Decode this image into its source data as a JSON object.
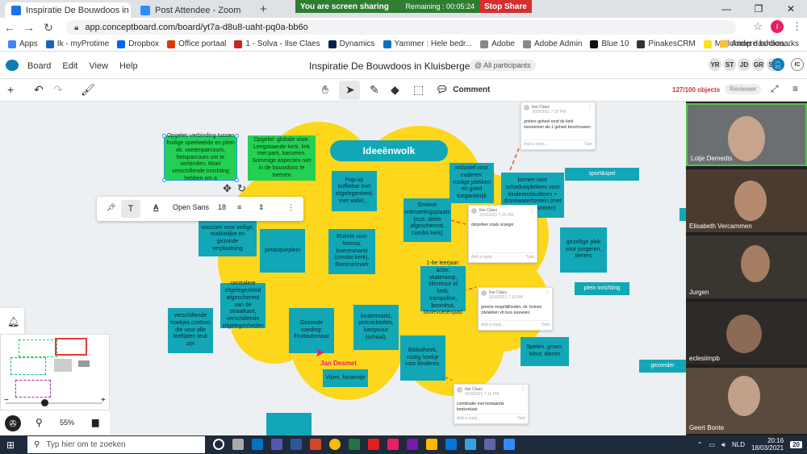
{
  "browser": {
    "tabs": [
      {
        "label": "Inspiratie De Bouwdoos in Kluisb",
        "active": true
      },
      {
        "label": "Post Attendee - Zoom",
        "active": false
      }
    ],
    "new_tab": "+",
    "sharing": {
      "text": "You are screen sharing",
      "remaining": "Remaining : 00:05:24",
      "stop": "Stop Share"
    },
    "window_controls": [
      "—",
      "❐",
      "✕"
    ],
    "url": "app.conceptboard.com/board/yt7a-d8u8-uaht-pq0a-bb6o",
    "profile_initial": "I",
    "bookmarks": [
      {
        "label": "Apps",
        "color": "#4285f4"
      },
      {
        "label": "Ik - myProtime",
        "color": "#1565c0"
      },
      {
        "label": "Dropbox",
        "color": "#0061ff"
      },
      {
        "label": "Office portaal",
        "color": "#d83b01"
      },
      {
        "label": "1 - Solva - Ilse Claes",
        "color": "#c62828"
      },
      {
        "label": "Dynamics",
        "color": "#002050"
      },
      {
        "label": "Yammer : Hele bedr...",
        "color": "#106ebe"
      },
      {
        "label": "Adobe",
        "color": "#555555"
      },
      {
        "label": "Adobe Admin",
        "color": "#555555"
      },
      {
        "label": "Blue 10",
        "color": "#111111"
      },
      {
        "label": "PinakesCRM",
        "color": "#333333"
      },
      {
        "label": "Mailchimp dashboa...",
        "color": "#ffe01b"
      }
    ],
    "other_bookmarks": "Andere bookmarks"
  },
  "app": {
    "menu": [
      "Board",
      "Edit",
      "View",
      "Help"
    ],
    "board_title": "Inspiratie De Bouwdoos in Kluisbergen",
    "participants_pill": "@ All participants",
    "user_chips": [
      "YR",
      "ST",
      "JD",
      "GR",
      "SC"
    ],
    "my_chip": "IC",
    "toolbar": {
      "comment_label": "Comment",
      "object_count": "127/100 objects",
      "reviewer_label": "Reviewer"
    }
  },
  "format_bar": {
    "font": "Open Sans",
    "size": "18"
  },
  "board": {
    "title": "Ideeënwolk",
    "green_notes": [
      "Opgelet: verbinding tussen fruitige speelweide en plein vb. voetenparcours, fietsparcours om te verbinden. Moet verschillende inrichting hebben om a",
      "Opgelet: globale visie. Leegstaande kerk, link met park, kasseien. Sommige aspecten niet in de bouwdoos te toetsen"
    ],
    "notes": [
      "inclusief voor ouderen: rustige plekken en goed toegankelijk",
      "bomen voor schaduwplekken voor kinderen/ouderen + drankwaterfontein (met farys langskomen)",
      "Pop-up koffiebar met zitgelegenheid, met wafel,...",
      "Groene ontmoetingsplaats (rust, deels afgeschermd, combo kerk)",
      "voorzien voor veilige, makkelijke en gezonde verplaatsing",
      "petanqueplein",
      "Ruimte voor horeca, boerenmarkt (combo kerk), Rommelmark",
      "gezellige plek voor jongeren, tieners",
      "1-6e leerjaar: actie: skateramp, klimmuur id kerk, trampoline, boomhut, blotevoetenpad",
      "centralere zitgelegenheid afgeschermd van de straatkant, verschillende zitgelegenheden",
      "verschillende hoekjes creëren die voor alle leeftijden leuk zijn",
      "Gezonde voeding: Fruitautomaat",
      "kindermarkt, picknicktafels, kampvuur (schaal),",
      "Bibliotheek, rustig hoekje voor kinderen.",
      "Spelen, groen, kleur, dieren",
      "Vijver, fonteintje"
    ],
    "tags": [
      "sport&spel",
      "plein inrichting",
      "gezonder"
    ],
    "comments": [
      {
        "author": "Ilse Claes",
        "date": "3/18/2021 7:16 PM",
        "text": "grotere geheel rond de kerk meenemen als 1 geheel beschouwen"
      },
      {
        "author": "Ilse Claes",
        "date": "3/18/2021 7:16 PM",
        "text": "dorpsfeer zoals vroeger"
      },
      {
        "author": "Ilse Claes",
        "date": "3/18/2021 7:16 PM",
        "text": "groene mogelijkheden, vb. bomen zitvlakken vb tuss kasseien"
      },
      {
        "author": "Ilse Claes",
        "date": "3/18/2021 7:16 PM",
        "text": "combinatie met bestaande boekenkast"
      }
    ],
    "reply_placeholder": "Add a reply...",
    "task_label": "Task",
    "cursor_user": "Jan Desmet"
  },
  "zoom_level": "55%",
  "participants": [
    "Lotje Demedts",
    "Elisabeth Vercammen",
    "Jurgen",
    "eclesiimpb",
    "Geert Bonte"
  ],
  "taskbar": {
    "search_placeholder": "Typ hier om te zoeken",
    "language": "NLD",
    "time": "20:16",
    "date": "18/03/2021",
    "notifications": "20"
  }
}
